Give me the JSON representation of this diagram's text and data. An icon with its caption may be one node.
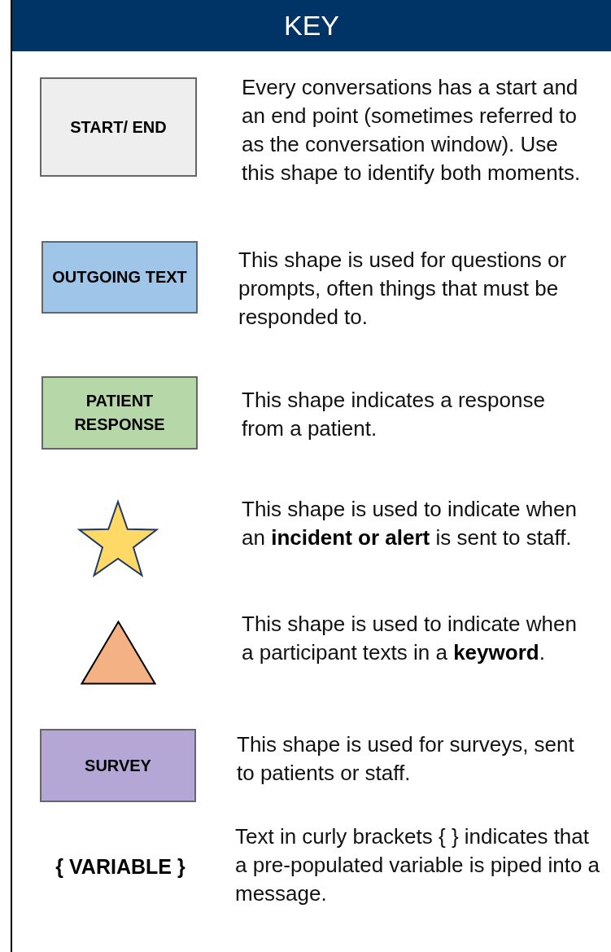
{
  "diagram": {
    "title": "KEY",
    "nodes": [
      {
        "text": [
          "START/ END"
        ],
        "beside": [
          "Every conversations has a start and an end point (sometimes referred to as the conversation window). Use this shape to identify both moments."
        ]
      },
      {
        "text": [
          "OUTGOING TEXT"
        ],
        "beside": [
          "This shape is used for questions or prompts, often things that must be responded to."
        ]
      },
      {
        "text": [
          "PATIENT RESPONSE"
        ],
        "beside": [
          "This shape indicates a response from a patient."
        ]
      },
      {
        "text": [],
        "shape": "star"
      },
      {
        "text": [],
        "shape": "triangle"
      },
      {
        "text": [
          "SURVEY"
        ],
        "beside": [
          "This shape is used for surveys, sent to patients or staff."
        ]
      }
    ],
    "labels": [
      "This shape is used to indicate when an **incident or alert** is sent to staff.",
      "This shape is used to indicate when a participant texts in a **keyword**.",
      "{ VARIABLE }",
      "Text in curly brackets { } indicates that a pre-populated variable is piped into a message."
    ]
  }
}
